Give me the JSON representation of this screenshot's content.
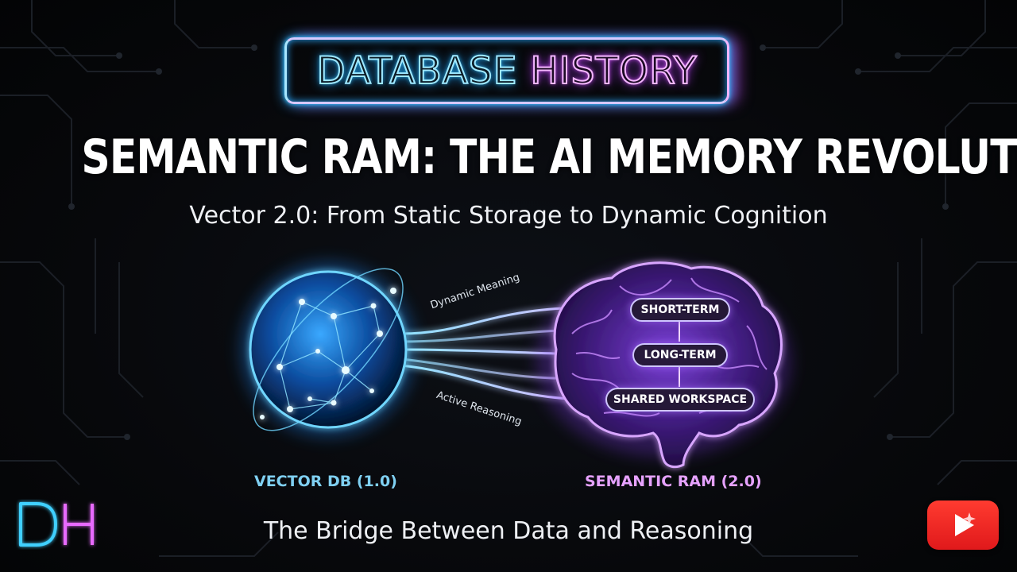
{
  "header": {
    "sign_word_1": "DATABASE",
    "sign_word_2": "HISTORY",
    "title": "SEMANTIC RAM: THE AI MEMORY REVOLUTION",
    "subtitle": "Vector 2.0: From Static Storage to Dynamic Cognition"
  },
  "diagram": {
    "flow_label_top": "Dynamic Meaning",
    "flow_label_bottom": "Active Reasoning",
    "memory_layers": [
      "SHORT-TERM",
      "LONG-TERM",
      "SHARED WORKSPACE"
    ],
    "left_caption": "VECTOR DB (1.0)",
    "right_caption": "SEMANTIC RAM (2.0)"
  },
  "footer": {
    "tagline": "The Bridge Between Data and Reasoning",
    "logo_text": "DH"
  },
  "colors": {
    "background": "#050608",
    "neon_blue": "#2ec2ff",
    "neon_pink": "#d952ff",
    "vector_caption": "#7fd0f2",
    "semantic_caption": "#e6a2ff",
    "youtube_red": "#ff2a22"
  },
  "icons": {
    "globe": "network-globe-icon",
    "brain": "brain-icon",
    "youtube": "youtube-play-icon"
  }
}
